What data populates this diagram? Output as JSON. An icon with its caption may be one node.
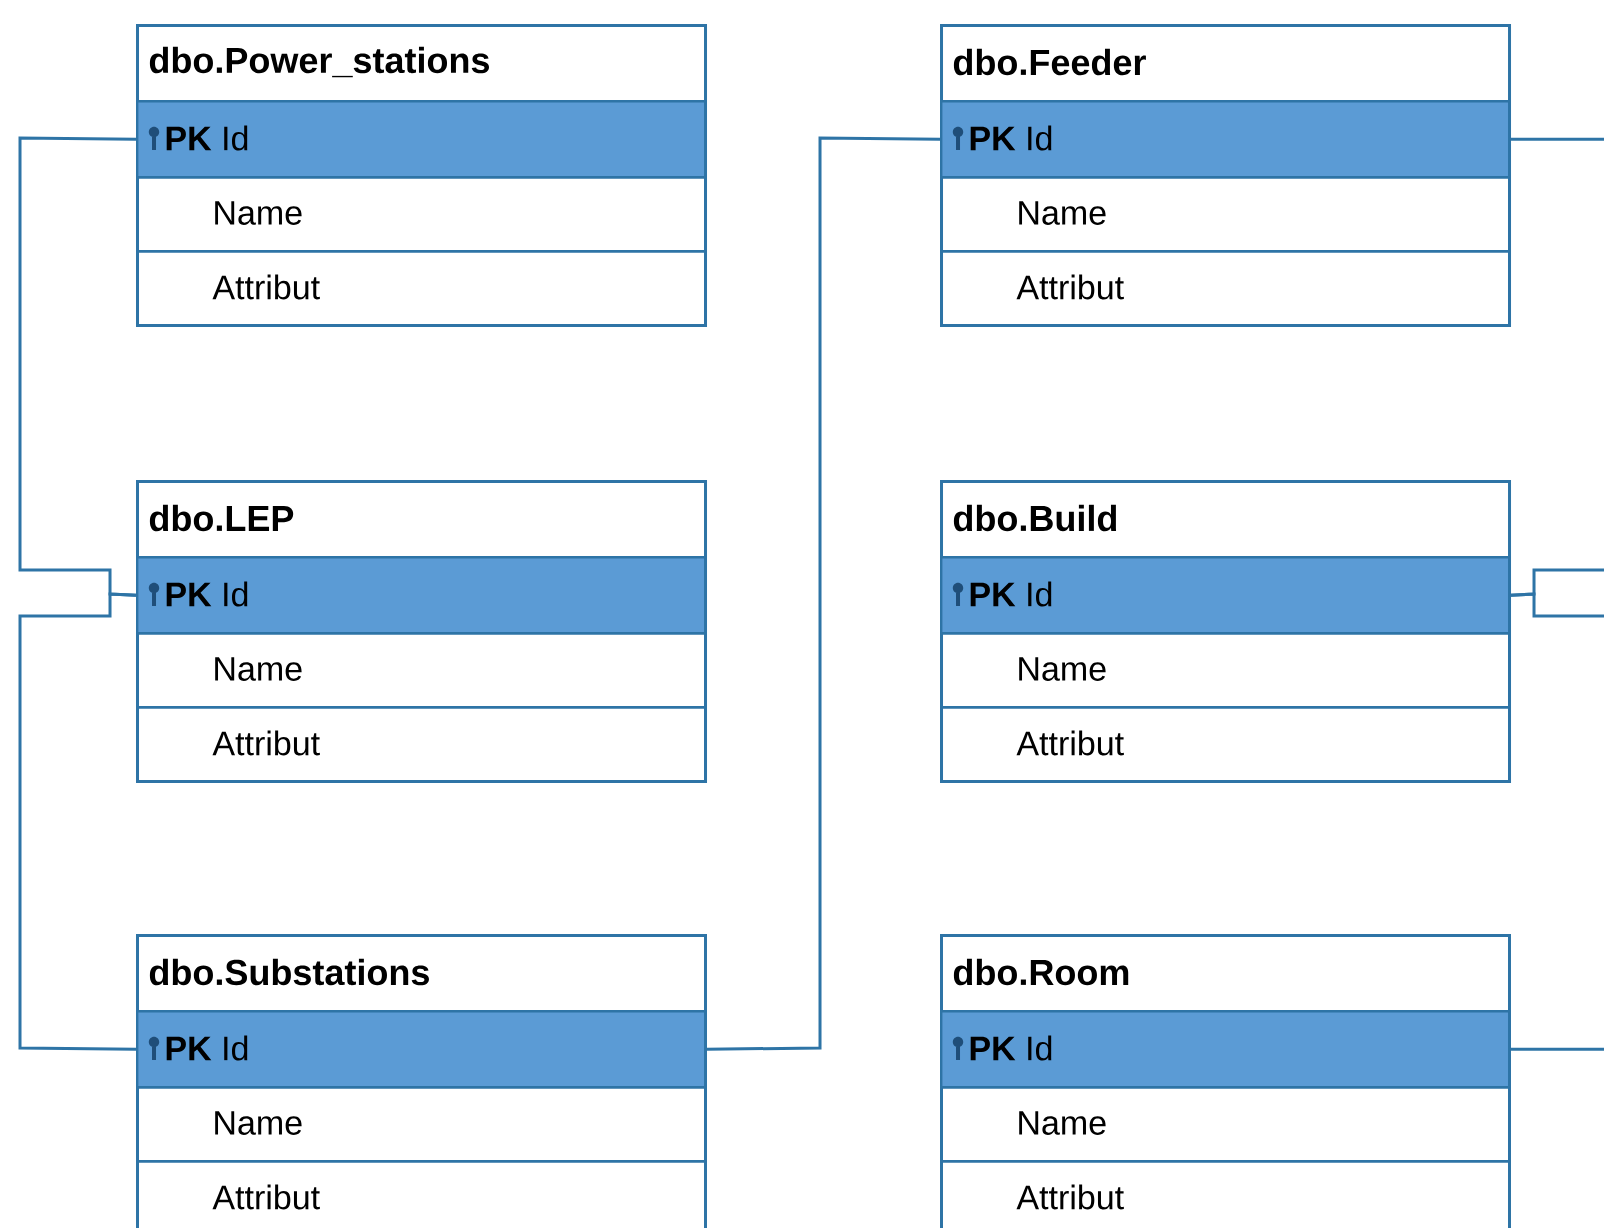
{
  "diagram": {
    "nodes": [
      {
        "text": [
          "dbo.Power_stations"
        ]
      },
      {
        "text": [
          "**PK** Id"
        ],
        "in": 0
      },
      {
        "text": [
          "Name"
        ],
        "in": 0
      },
      {
        "text": [
          "Attribut"
        ],
        "in": 0
      },
      {
        "text": [
          "dbo.Feeder"
        ]
      },
      {
        "text": [
          "**PK** Id"
        ],
        "in": 4
      },
      {
        "text": [
          "Name"
        ],
        "in": 4
      },
      {
        "text": [
          "Attribut"
        ],
        "in": 4
      },
      {
        "text": [
          "dbo.LEP"
        ]
      },
      {
        "text": [
          "**PK** Id"
        ],
        "in": 8
      },
      {
        "text": [
          "Name"
        ],
        "in": 8
      },
      {
        "text": [
          "Attribut"
        ],
        "in": 8
      },
      {
        "text": [
          "dbo.Build"
        ]
      },
      {
        "text": [
          "**PK** Id"
        ],
        "in": 12
      },
      {
        "text": [
          "Name"
        ],
        "in": 12
      },
      {
        "text": [
          "Attribut"
        ],
        "in": 12
      },
      {
        "text": [
          "dbo.Substations"
        ]
      },
      {
        "text": [
          "**PK** Id"
        ],
        "in": 16
      },
      {
        "text": [
          "Name"
        ],
        "in": 16
      },
      {
        "text": [
          "Attribut"
        ],
        "in": 16
      },
      {
        "text": [
          "dbo.Room"
        ]
      },
      {
        "text": [
          "**PK** Id"
        ],
        "in": 20
      },
      {
        "text": [
          "Name"
        ],
        "in": 20
      },
      {
        "text": [
          "Attribut"
        ],
        "in": 20
      }
    ],
    "edges": [
      {
        "from": 1,
        "to": 9,
        "arrow": "none"
      },
      {
        "from": 9,
        "to": 17,
        "arrow": "none"
      },
      {
        "from": 17,
        "to": 5,
        "arrow": "none"
      },
      {
        "from": 5,
        "to": null,
        "arrow": "none"
      },
      {
        "from": 13,
        "to": null,
        "arrow": "none"
      },
      {
        "from": 13,
        "to": null,
        "arrow": "none"
      },
      {
        "from": 21,
        "to": null,
        "arrow": "none"
      }
    ]
  }
}
